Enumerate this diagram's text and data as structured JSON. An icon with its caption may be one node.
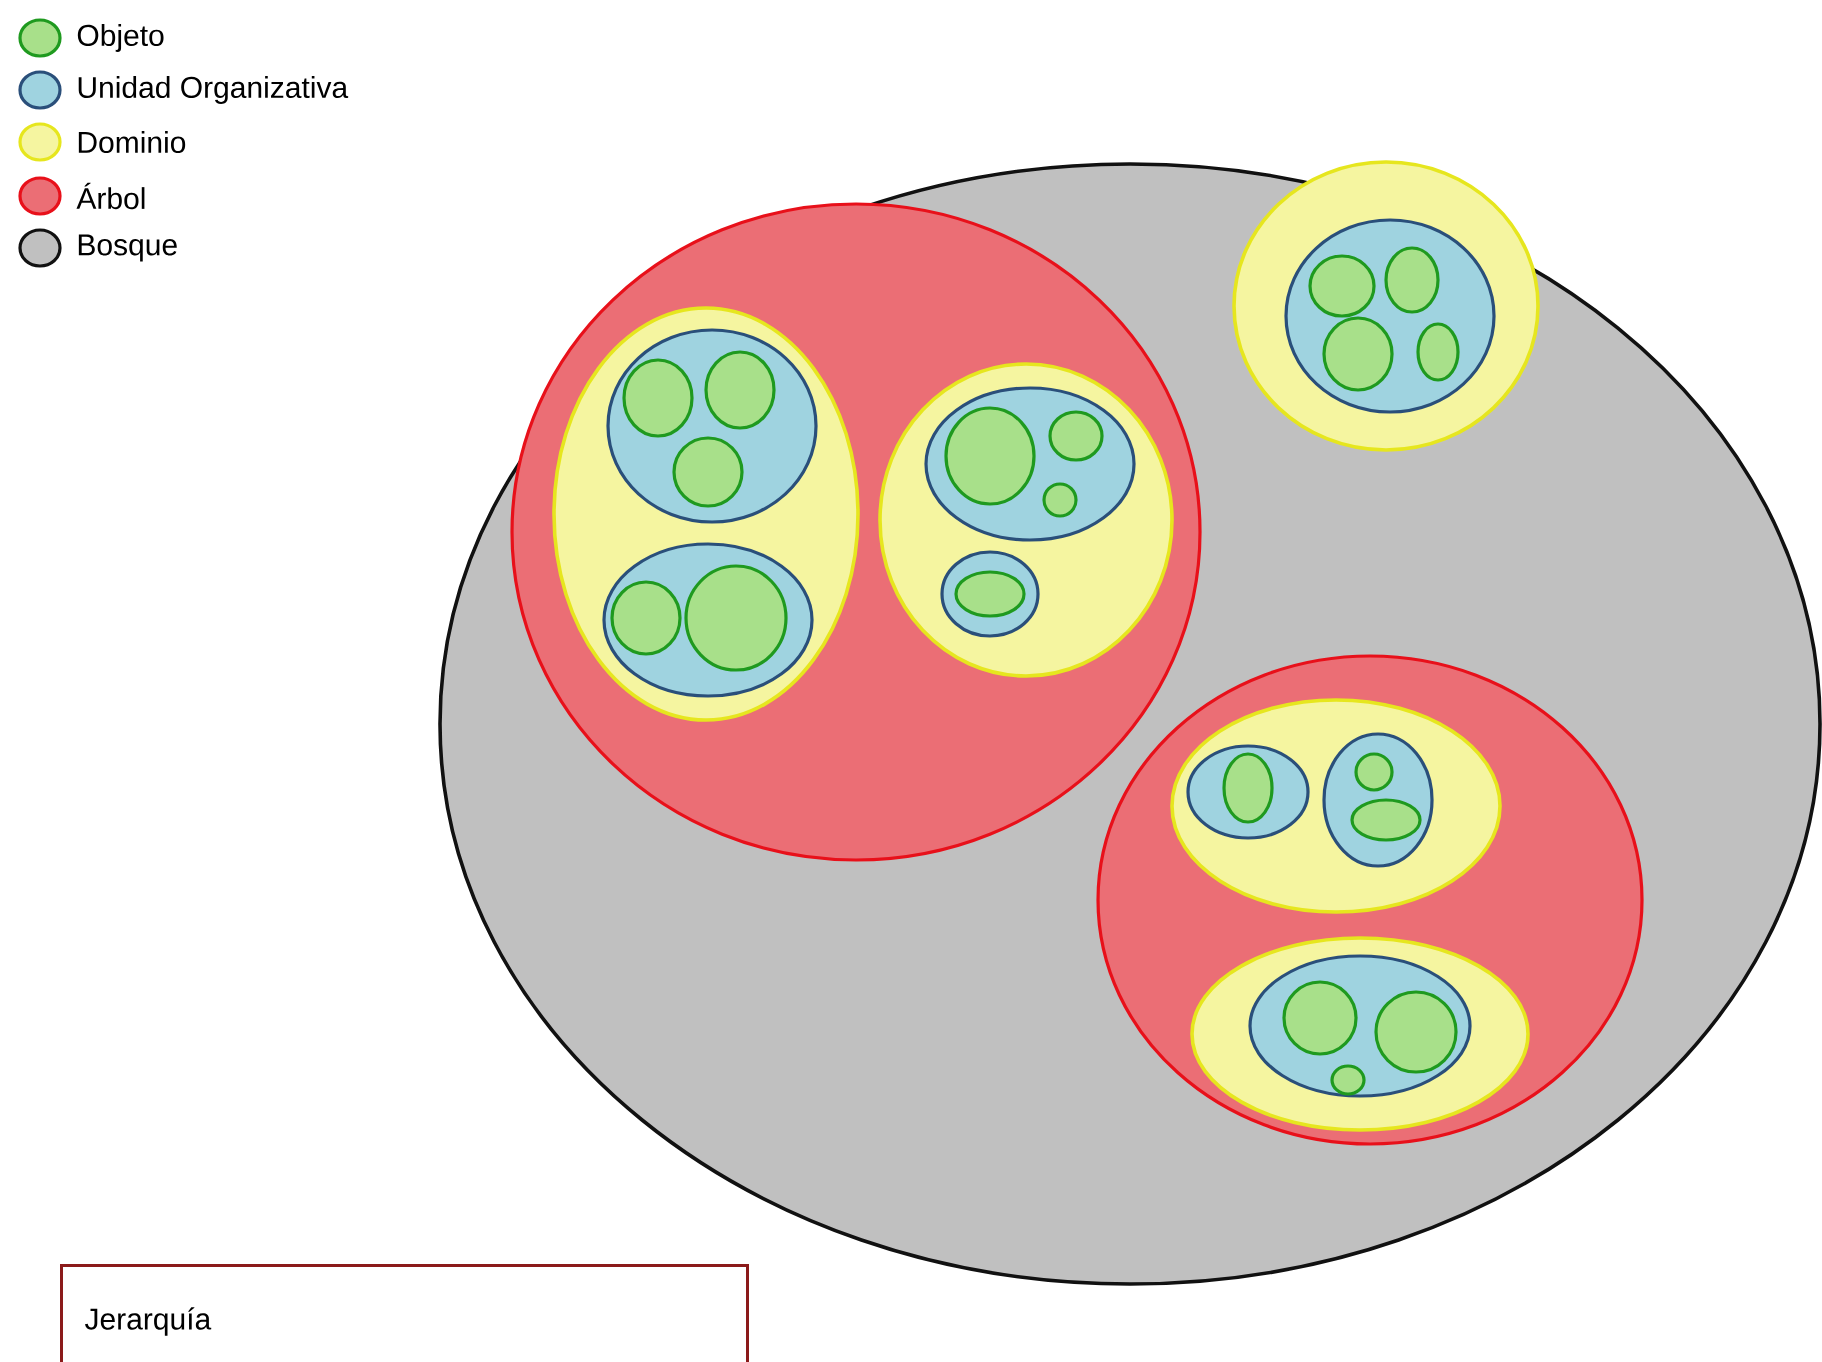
{
  "diagram": {
    "caption": "Jerarquía",
    "nodes": [
      {
        "text": [],
        "shape": "circle"
      },
      {
        "text": [],
        "shape": "circle",
        "in": 0
      },
      {
        "text": [],
        "shape": "circle",
        "in": 1
      },
      {
        "text": [],
        "shape": "circle",
        "in": 2
      },
      {
        "text": [],
        "shape": "circle",
        "in": 3
      },
      {
        "text": [],
        "shape": "circle",
        "in": 3
      },
      {
        "text": [],
        "shape": "circle",
        "in": 3
      },
      {
        "text": [],
        "shape": "circle",
        "in": 2
      },
      {
        "text": [],
        "shape": "circle",
        "in": 7
      },
      {
        "text": [],
        "shape": "circle",
        "in": 7
      },
      {
        "text": [],
        "shape": "circle",
        "in": 1
      },
      {
        "text": [],
        "shape": "circle",
        "in": 10
      },
      {
        "text": [],
        "shape": "circle",
        "in": 11
      },
      {
        "text": [],
        "shape": "circle",
        "in": 11
      },
      {
        "text": [],
        "shape": "circle",
        "in": 11
      },
      {
        "text": [],
        "shape": "circle",
        "in": 10
      },
      {
        "text": [],
        "shape": "circle",
        "in": 15
      },
      {
        "text": [],
        "shape": "circle",
        "in": 0
      },
      {
        "text": [],
        "shape": "circle",
        "in": 17
      },
      {
        "text": [],
        "shape": "circle",
        "in": 18
      },
      {
        "text": [],
        "shape": "circle",
        "in": 18
      },
      {
        "text": [],
        "shape": "circle",
        "in": 18
      },
      {
        "text": [],
        "shape": "circle",
        "in": 18
      },
      {
        "text": [],
        "shape": "circle",
        "in": 0
      },
      {
        "text": [],
        "shape": "circle",
        "in": 23
      },
      {
        "text": [],
        "shape": "circle",
        "in": 24
      },
      {
        "text": [],
        "shape": "circle",
        "in": 25
      },
      {
        "text": [],
        "shape": "circle",
        "in": 24
      },
      {
        "text": [],
        "shape": "circle",
        "in": 27
      },
      {
        "text": [],
        "shape": "circle",
        "in": 27
      },
      {
        "text": [],
        "shape": "circle",
        "in": 23
      },
      {
        "text": [],
        "shape": "circle",
        "in": 30
      },
      {
        "text": [],
        "shape": "circle",
        "in": 31
      },
      {
        "text": [],
        "shape": "circle",
        "in": 31
      },
      {
        "text": [],
        "shape": "circle",
        "in": 31
      }
    ],
    "legend": [
      {
        "text": "Objeto",
        "color": "#a8e08a"
      },
      {
        "text": "Unidad Organizativa",
        "color": "#9fd3e0"
      },
      {
        "text": "Dominio",
        "color": "#f5f5a0"
      },
      {
        "text": "Árbol",
        "color": "#eb6e75"
      },
      {
        "text": "Bosque",
        "color": "#c0c0c0"
      }
    ]
  }
}
